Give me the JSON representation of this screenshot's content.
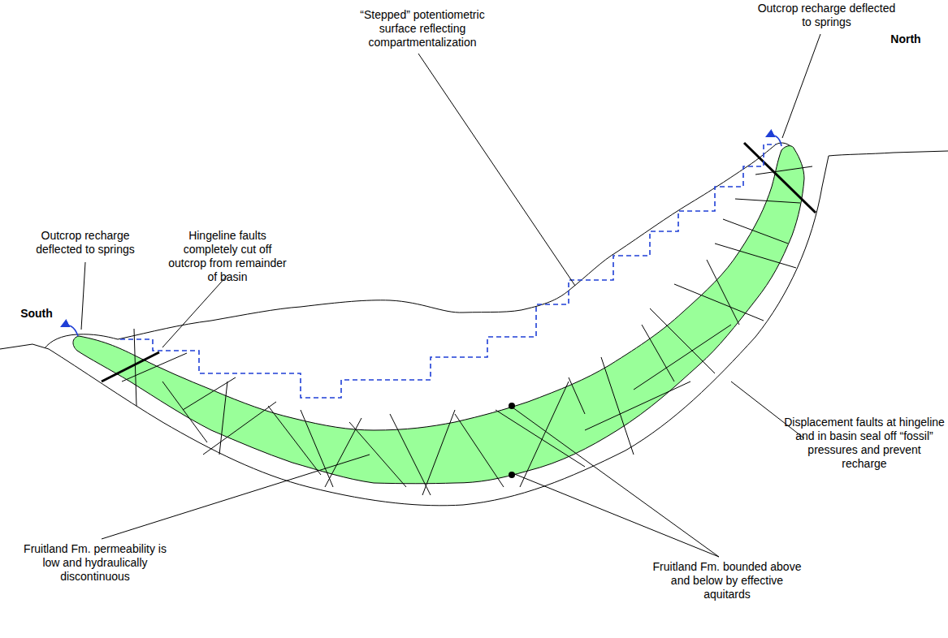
{
  "diagram": {
    "labels": [
      "Outcrop recharge deflected to springs",
      "Hingeline faults completely cut off outcrop from remainder of basin",
      "“Stepped” potentiometric surface reflecting compartmentalization",
      "Outcrop recharge deflected to springs",
      "North",
      "South",
      "Displacement faults at hingeline and in basin seal off “fossil” pressures and prevent recharge",
      "Fruitland Fm. permeability is low and hydraulically discontinuous",
      "Fruitland Fm. bounded above and below by effective aquitards"
    ]
  }
}
